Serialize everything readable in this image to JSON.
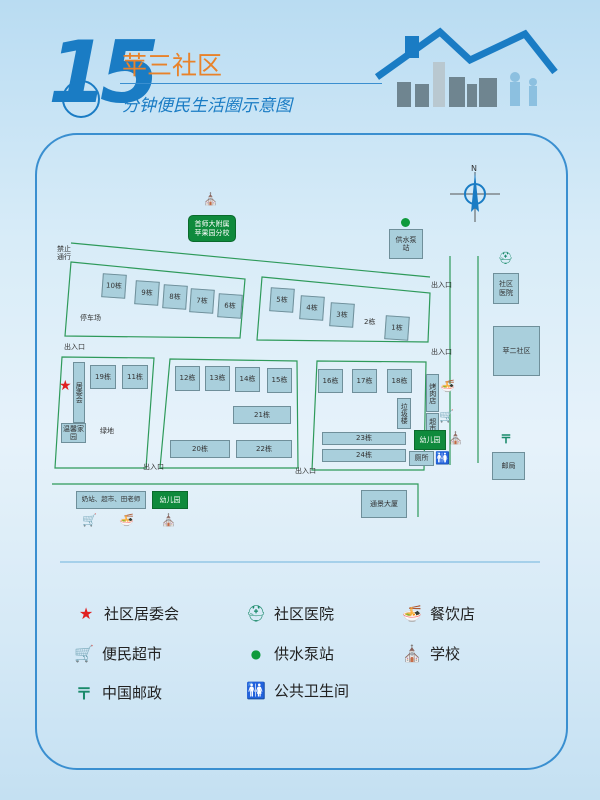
{
  "header": {
    "number": "15",
    "title": "苹三社区",
    "subtitle": "分钟便民生活圈示意图"
  },
  "map": {
    "school": "首师大附属苹果园分校",
    "school_l1": "首师大附属",
    "school_l2": "苹果园分校",
    "no_entry": "禁止通行",
    "north": "N",
    "water_station": "供水泵站",
    "hospital": "社区医院",
    "neighbor": "苹二社区",
    "parking": "停车场",
    "green_space": "绿地",
    "entrance": "出入口",
    "b10": "10栋",
    "b9": "9栋",
    "b8": "8栋",
    "b7": "7栋",
    "b6": "6栋",
    "b5": "5栋",
    "b4": "4栋",
    "b3": "3栋",
    "b2": "2栋",
    "b1": "1栋",
    "b19": "19栋",
    "b11": "11栋",
    "b12": "12栋",
    "b13": "13栋",
    "b14": "14栋",
    "b15": "15栋",
    "b21": "21栋",
    "b20": "20栋",
    "b22": "22栋",
    "b16": "16栋",
    "b17": "17栋",
    "b18": "18栋",
    "b23": "23栋",
    "b24": "24栋",
    "committee": "居委会",
    "home": "温馨家园",
    "bbq": "烤肉店",
    "market": "超市",
    "garbage": "垃圾楼",
    "kindergarten": "幼儿园",
    "toilet": "厕所",
    "post_office": "邮局",
    "tower": "通景大厦",
    "shops": "奶站、超市、田老师"
  },
  "legend": [
    {
      "icon": "star-icon",
      "label": "社区居委会",
      "color": "#e02020"
    },
    {
      "icon": "hospital-icon",
      "label": "社区医院",
      "color": "#1a8a6a"
    },
    {
      "icon": "bowl-icon",
      "label": "餐饮店"
    },
    {
      "icon": "cart-icon",
      "label": "便民超市"
    },
    {
      "icon": "dot-icon",
      "label": "供水泵站",
      "color": "#0f9a3c"
    },
    {
      "icon": "school-icon",
      "label": "学校"
    },
    {
      "icon": "post-icon",
      "label": "中国邮政",
      "color": "#1a8a6a"
    },
    {
      "icon": "toilet-icon",
      "label": "公共卫生间"
    }
  ]
}
